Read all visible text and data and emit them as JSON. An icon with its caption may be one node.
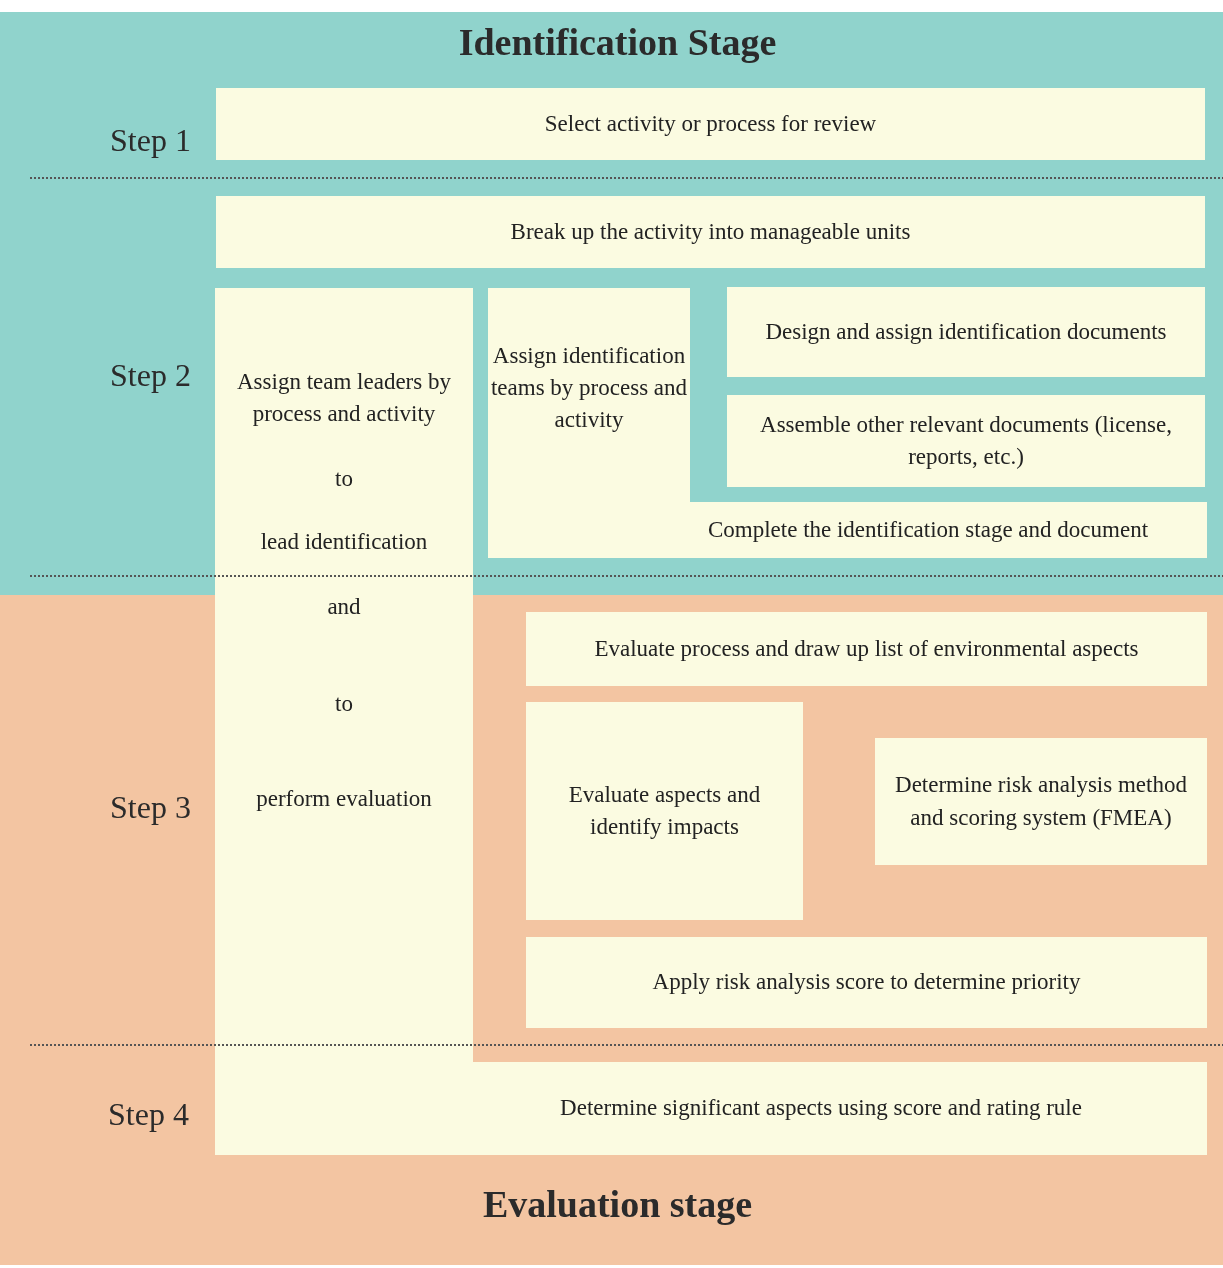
{
  "diagram": {
    "nodes": [
      {
        "text": [
          "Select activity or process for review"
        ]
      },
      {
        "text": [
          "Break up the activity into manageable units"
        ]
      },
      {
        "text": [
          "Assign  team leaders by process and activity",
          "to",
          "lead identification",
          "and",
          "to",
          "perform evaluation"
        ]
      },
      {
        "text": [
          "Assign identification teams by process and activity",
          "Complete the identification stage and document"
        ]
      },
      {
        "text": [
          "Design and assign identification documents"
        ]
      },
      {
        "text": [
          "Assemble other relevant documents (license, reports, etc.)"
        ]
      },
      {
        "text": [
          "Evaluate process and draw up list of environmental aspects"
        ]
      },
      {
        "text": [
          "Evaluate aspects and identify impacts"
        ]
      },
      {
        "text": [
          "Determine risk analysis method and scoring system (FMEA)"
        ]
      },
      {
        "text": [
          "Apply risk analysis score to determine priority"
        ]
      },
      {
        "text": [
          "Determine significant aspects using score and rating rule"
        ]
      }
    ],
    "labels": [
      "Identification Stage",
      "Step 1",
      "Step 2",
      "Step 3",
      "Step 4",
      "Evaluation stage"
    ]
  }
}
